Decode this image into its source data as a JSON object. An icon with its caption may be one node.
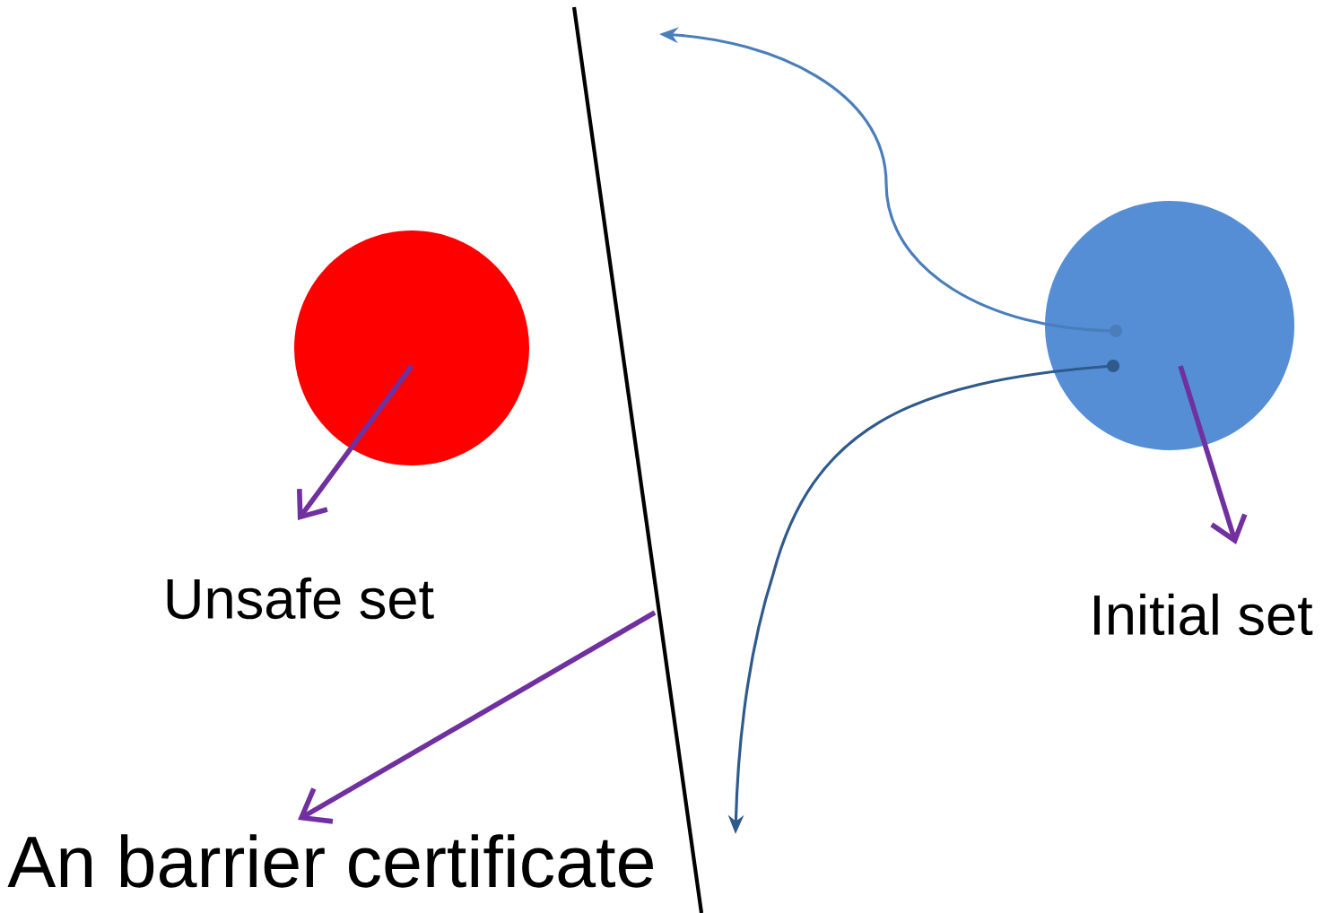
{
  "diagram": {
    "nodes": [
      {
        "text": [
          "Unsafe set"
        ]
      },
      {
        "text": [
          "Initial set"
        ]
      },
      {
        "text": [],
        "shape": "line"
      },
      {
        "text": [
          "An barrier certificate"
        ]
      }
    ],
    "edges": [
      {
        "from": 2,
        "to": 3,
        "arrow": "to",
        "color": "#7030a0"
      },
      {
        "from": 1,
        "to": 2,
        "arrow": "to",
        "color": "#4a7ebb"
      },
      {
        "from": 1,
        "to": null,
        "arrow": "to",
        "color": "#2e5a8c"
      }
    ]
  }
}
